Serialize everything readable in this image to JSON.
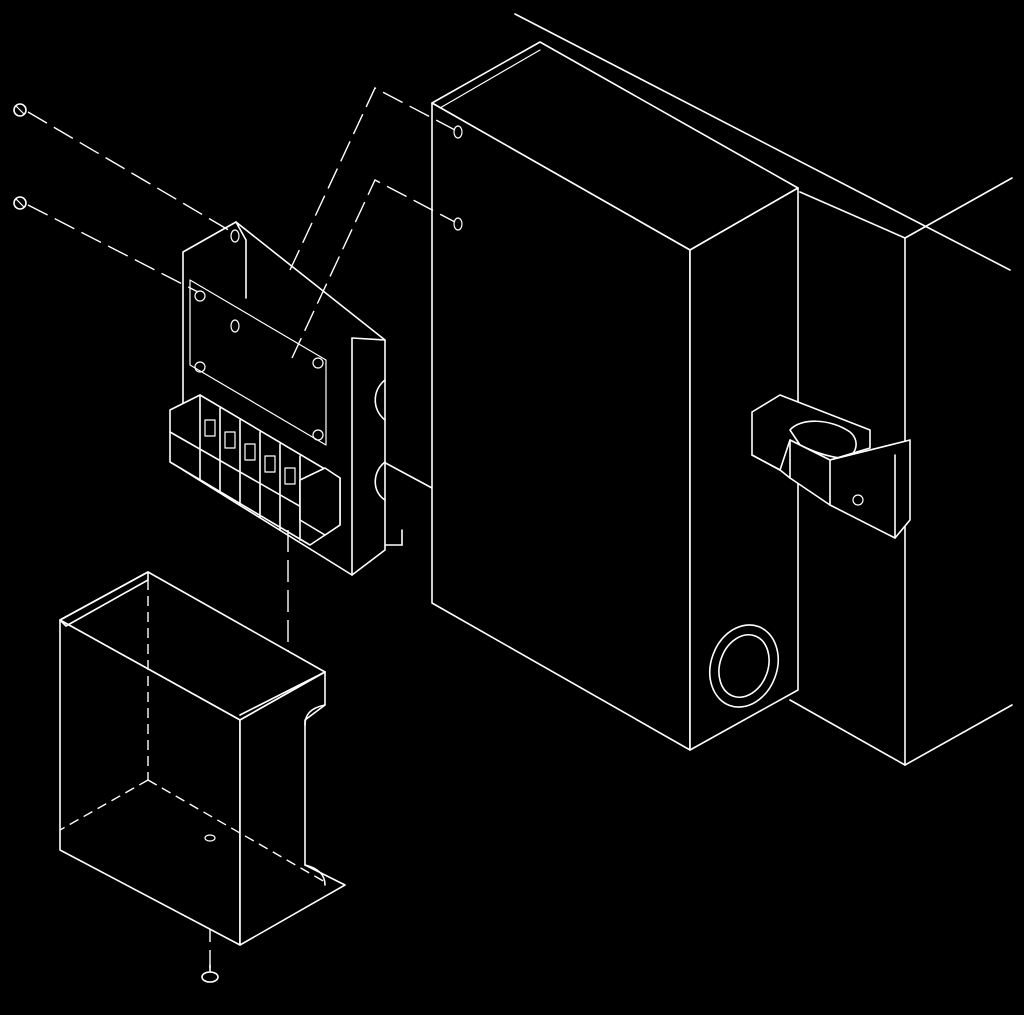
{
  "drawing": {
    "background_color": "#000000",
    "line_color": "#ffffff",
    "parts": [
      {
        "id": "wall-mounted-enclosure",
        "icon": "enclosure-box-icon"
      },
      {
        "id": "hinge-latch-bracket",
        "icon": "bracket-icon"
      },
      {
        "id": "terminal-block-assembly",
        "icon": "terminal-block-icon"
      },
      {
        "id": "terminal-cover",
        "icon": "cover-icon"
      },
      {
        "id": "mounting-screws",
        "icon": "screw-icon",
        "count": 3
      }
    ]
  }
}
